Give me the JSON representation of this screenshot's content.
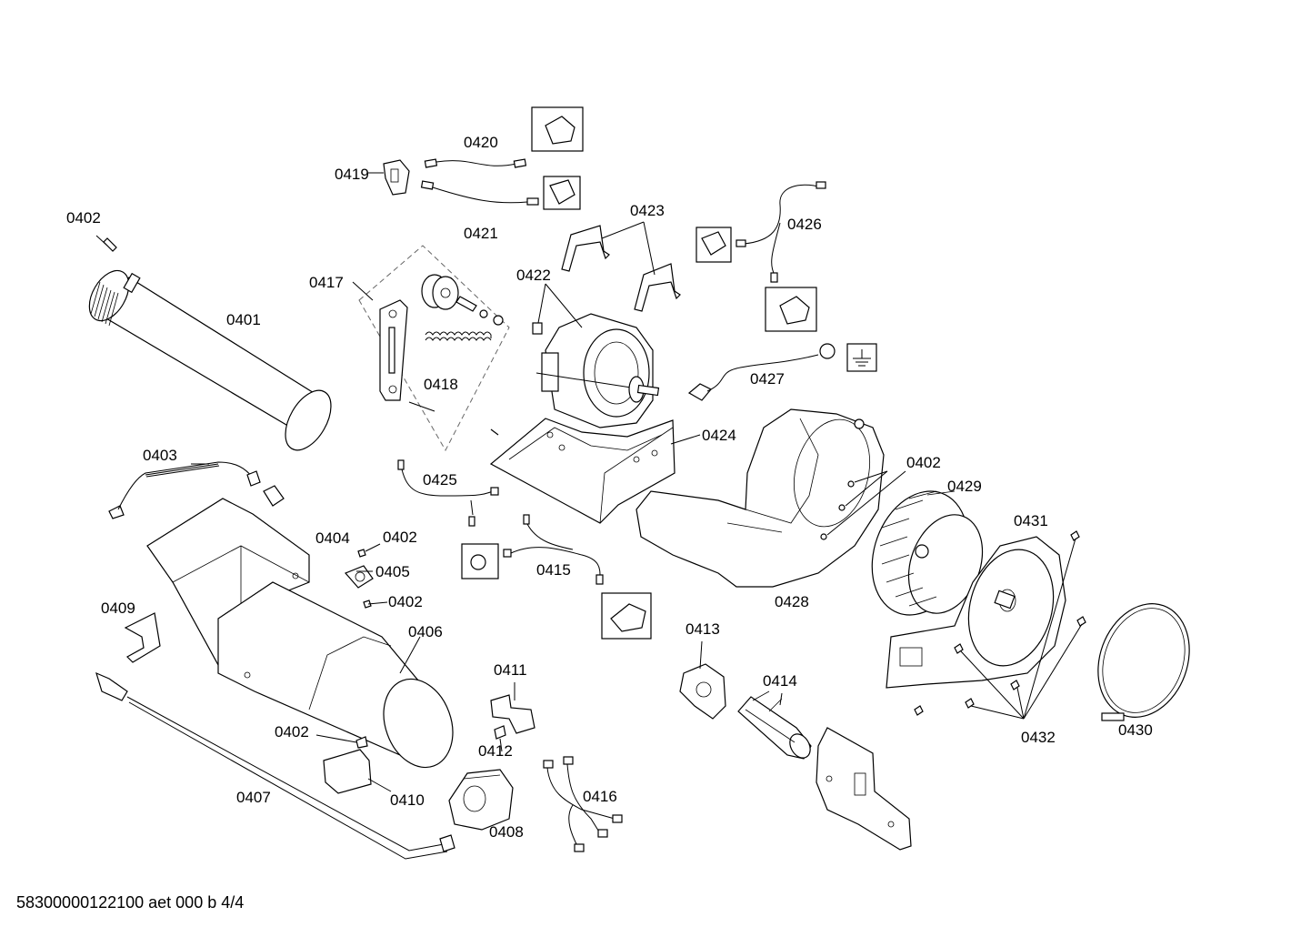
{
  "diagram": {
    "labels": {
      "l0401": "0401",
      "l0402a": "0402",
      "l0402b": "0402",
      "l0402c": "0402",
      "l0402d": "0402",
      "l0402e": "0402",
      "l0403": "0403",
      "l0404": "0404",
      "l0405": "0405",
      "l0406": "0406",
      "l0407": "0407",
      "l0408": "0408",
      "l0409": "0409",
      "l0410": "0410",
      "l0411": "0411",
      "l0412": "0412",
      "l0413": "0413",
      "l0414": "0414",
      "l0415": "0415",
      "l0416": "0416",
      "l0417": "0417",
      "l0418": "0418",
      "l0419": "0419",
      "l0420": "0420",
      "l0421": "0421",
      "l0422": "0422",
      "l0423": "0423",
      "l0424": "0424",
      "l0425": "0425",
      "l0426": "0426",
      "l0427": "0427",
      "l0428": "0428",
      "l0429": "0429",
      "l0430": "0430",
      "l0431": "0431",
      "l0432": "0432"
    },
    "footer": "58300000122100 aet 000 b 4/4"
  }
}
